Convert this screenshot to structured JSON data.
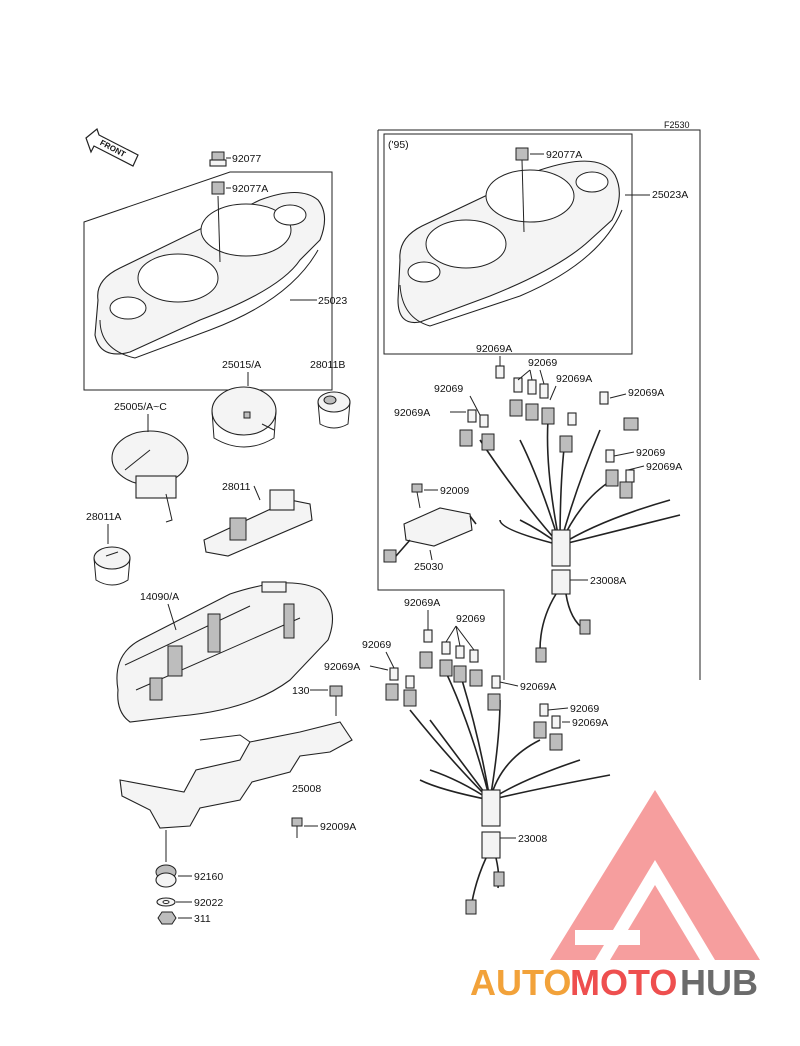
{
  "figure_code": "F2530",
  "front_label": "FRONT",
  "year_note": "('95)",
  "callouts": {
    "c92077": "92077",
    "c92077A_left": "92077A",
    "c25023": "25023",
    "c25015": "25015/A",
    "c28011B": "28011B",
    "c25005": "25005/A~C",
    "c28011": "28011",
    "c28011A": "28011A",
    "c14090": "14090/A",
    "c130": "130",
    "c25008": "25008",
    "c92009A": "92009A",
    "c92160": "92160",
    "c92022": "92022",
    "c311": "311",
    "c92077A_right": "92077A",
    "c25023A": "25023A",
    "c92069A_1": "92069A",
    "c92069_1": "92069",
    "c92069A_2": "92069A",
    "c92069_2": "92069",
    "c92069A_3": "92069A",
    "c92069A_4": "92069A",
    "c92069_3": "92069",
    "c92069A_5": "92069A",
    "c92009": "92009",
    "c25030": "25030",
    "c23008A": "23008A",
    "c92069A_6": "92069A",
    "c92069_4": "92069",
    "c92069_5": "92069",
    "c92069A_7": "92069A",
    "c92069A_8": "92069A",
    "c92069_6": "92069",
    "c92069A_9": "92069A",
    "c23008": "23008"
  },
  "watermark": {
    "part1": "AUTO",
    "part2": "MOTO",
    "part3": "HUB"
  },
  "colors": {
    "watermark_orange": "#f2a23a",
    "watermark_red": "#ee4f4f",
    "watermark_gray": "#6b6b6b"
  }
}
